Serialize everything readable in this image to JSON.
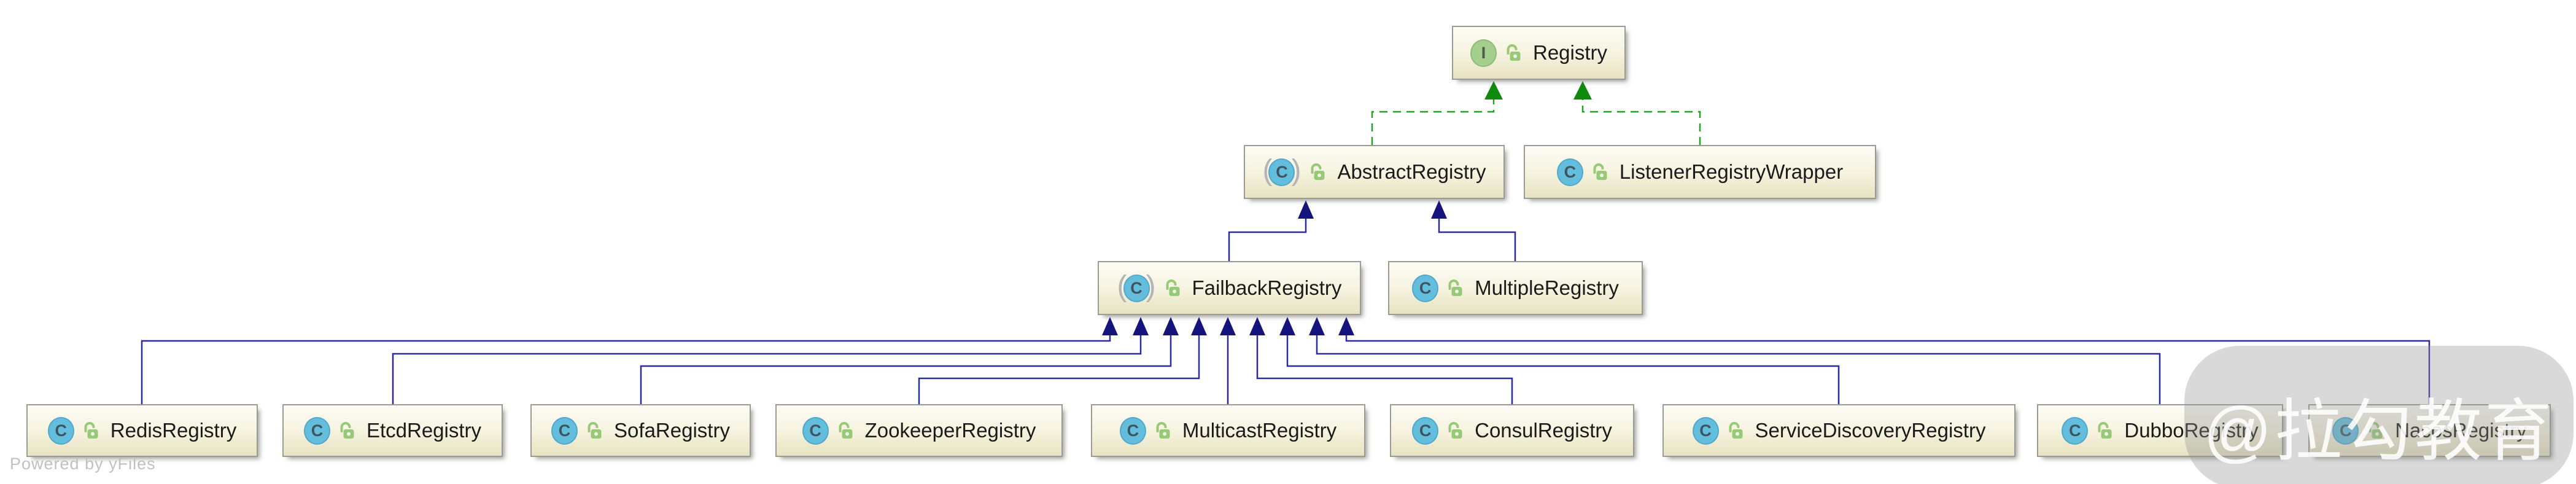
{
  "diagram": {
    "watermark": "@拉勾教育",
    "attribution": "Powered by yFiles"
  },
  "colors": {
    "node_fill_top": "#fdfcf5",
    "node_fill_bottom": "#e7e3c1",
    "node_border": "#9b9b93",
    "extends_edge_blue": "#2b2b9e",
    "implements_edge_green": "#21a121",
    "class_icon_fill": "#63bede",
    "interface_icon_fill": "#a5cf8d",
    "lock_icon_fill": "#97c977",
    "label_color": "#1a1a1a"
  },
  "nodes": [
    {
      "id": "registry",
      "label": "Registry",
      "badge": "I",
      "kind": "interface",
      "visibility": "public"
    },
    {
      "id": "abstract-registry",
      "label": "AbstractRegistry",
      "badge": "C",
      "kind": "abstract-class",
      "visibility": "public"
    },
    {
      "id": "listener-registry-wrapper",
      "label": "ListenerRegistryWrapper",
      "badge": "C",
      "kind": "class",
      "visibility": "public"
    },
    {
      "id": "failback-registry",
      "label": "FailbackRegistry",
      "badge": "C",
      "kind": "abstract-class",
      "visibility": "public"
    },
    {
      "id": "multiple-registry",
      "label": "MultipleRegistry",
      "badge": "C",
      "kind": "class",
      "visibility": "public"
    },
    {
      "id": "redis-registry",
      "label": "RedisRegistry",
      "badge": "C",
      "kind": "class",
      "visibility": "public"
    },
    {
      "id": "etcd-registry",
      "label": "EtcdRegistry",
      "badge": "C",
      "kind": "class",
      "visibility": "public"
    },
    {
      "id": "sofa-registry",
      "label": "SofaRegistry",
      "badge": "C",
      "kind": "class",
      "visibility": "public"
    },
    {
      "id": "zookeeper-registry",
      "label": "ZookeeperRegistry",
      "badge": "C",
      "kind": "class",
      "visibility": "public"
    },
    {
      "id": "multicast-registry",
      "label": "MulticastRegistry",
      "badge": "C",
      "kind": "class",
      "visibility": "public"
    },
    {
      "id": "consul-registry",
      "label": "ConsulRegistry",
      "badge": "C",
      "kind": "class",
      "visibility": "public"
    },
    {
      "id": "service-discovery-registry",
      "label": "ServiceDiscoveryRegistry",
      "badge": "C",
      "kind": "class",
      "visibility": "public"
    },
    {
      "id": "dubbo-registry",
      "label": "DubboRegistry",
      "badge": "C",
      "kind": "class",
      "visibility": "public"
    },
    {
      "id": "nacos-registry",
      "label": "NacosRegistry",
      "badge": "C",
      "kind": "class",
      "visibility": "public"
    }
  ],
  "edges": [
    {
      "from": "AbstractRegistry",
      "to": "Registry",
      "type": "implements"
    },
    {
      "from": "ListenerRegistryWrapper",
      "to": "Registry",
      "type": "implements"
    },
    {
      "from": "FailbackRegistry",
      "to": "AbstractRegistry",
      "type": "extends"
    },
    {
      "from": "MultipleRegistry",
      "to": "AbstractRegistry",
      "type": "extends"
    },
    {
      "from": "RedisRegistry",
      "to": "FailbackRegistry",
      "type": "extends"
    },
    {
      "from": "EtcdRegistry",
      "to": "FailbackRegistry",
      "type": "extends"
    },
    {
      "from": "SofaRegistry",
      "to": "FailbackRegistry",
      "type": "extends"
    },
    {
      "from": "ZookeeperRegistry",
      "to": "FailbackRegistry",
      "type": "extends"
    },
    {
      "from": "MulticastRegistry",
      "to": "FailbackRegistry",
      "type": "extends"
    },
    {
      "from": "ConsulRegistry",
      "to": "FailbackRegistry",
      "type": "extends"
    },
    {
      "from": "ServiceDiscoveryRegistry",
      "to": "FailbackRegistry",
      "type": "extends"
    },
    {
      "from": "DubboRegistry",
      "to": "FailbackRegistry",
      "type": "extends"
    },
    {
      "from": "NacosRegistry",
      "to": "FailbackRegistry",
      "type": "extends"
    }
  ]
}
